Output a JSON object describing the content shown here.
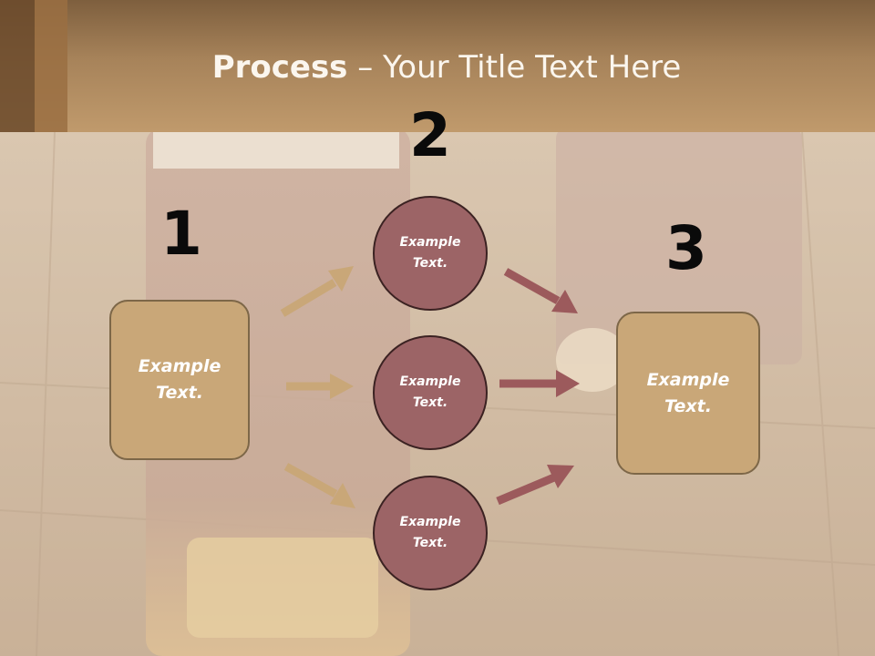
{
  "slide": {
    "title_bold": "Process",
    "title_rest": " – Your Title Text Here"
  },
  "steps": [
    {
      "number": "1",
      "box_text": "Example Text."
    },
    {
      "number": "2",
      "circles": [
        "Example Text.",
        "Example Text.",
        "Example Text."
      ]
    },
    {
      "number": "3",
      "box_text": "Example Text."
    }
  ],
  "colors": {
    "header": "#a7835a",
    "box_fill": "#c9a778",
    "circle_fill": "#9c6466",
    "arrow_tan": "#c9a778",
    "arrow_maroon": "#9c5a5c"
  }
}
